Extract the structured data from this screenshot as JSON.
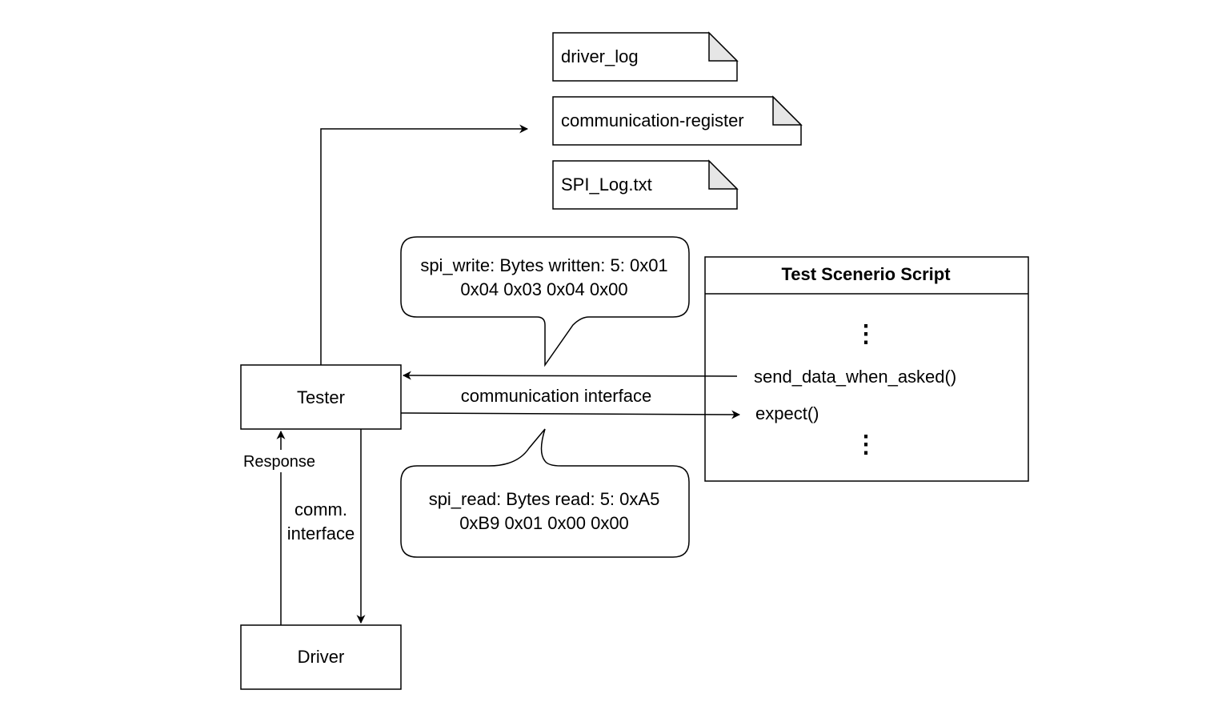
{
  "nodes": {
    "tester": "Tester",
    "driver": "Driver"
  },
  "files": {
    "driver_log": "driver_log",
    "communication_register": "communication-register",
    "spi_log": "SPI_Log.txt"
  },
  "callouts": {
    "spi_write": {
      "line1": "spi_write: Bytes written: 5: 0x01",
      "line2": "0x04 0x03 0x04 0x00"
    },
    "spi_read": {
      "line1": "spi_read: Bytes read: 5: 0xA5",
      "line2": "0xB9 0x01 0x00 0x00"
    }
  },
  "script_box": {
    "title": "Test Scenerio Script",
    "ellipsis_top": "⋮",
    "send_fn": "send_data_when_asked()",
    "expect_fn": "expect()",
    "ellipsis_bottom": "⋮"
  },
  "edge_labels": {
    "communication_interface": "communication interface",
    "response": "Response",
    "comm_line1": "comm.",
    "comm_line2": "interface"
  },
  "colors": {
    "stroke": "#000000",
    "fold": "#e6e6e6",
    "fill": "#ffffff"
  }
}
